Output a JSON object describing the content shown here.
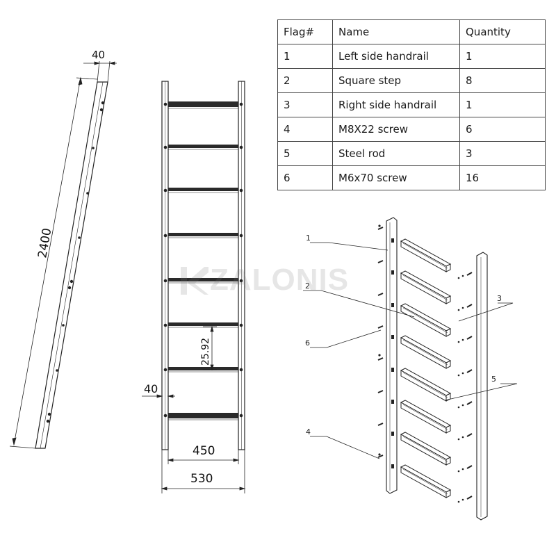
{
  "brand": {
    "watermark": "ZALONIS"
  },
  "table": {
    "headers": [
      "Flag#",
      "Name",
      "Quantity"
    ],
    "rows": [
      [
        "1",
        "Left side handrail",
        "1"
      ],
      [
        "2",
        "Square step",
        "8"
      ],
      [
        "3",
        "Right side handrail",
        "1"
      ],
      [
        "4",
        "M8X22 screw",
        "6"
      ],
      [
        "5",
        "Steel rod",
        "3"
      ],
      [
        "6",
        "M6x70 screw",
        "16"
      ]
    ]
  },
  "dimensions": {
    "rail_width": "40",
    "total_length": "2400",
    "step_spacing": "25.92",
    "side_width": "40",
    "inner_width": "450",
    "outer_width": "530"
  },
  "callouts": [
    "1",
    "2",
    "3",
    "4",
    "5",
    "6"
  ],
  "colors": {
    "line": "#222222",
    "watermark": "#7a7a7a"
  }
}
